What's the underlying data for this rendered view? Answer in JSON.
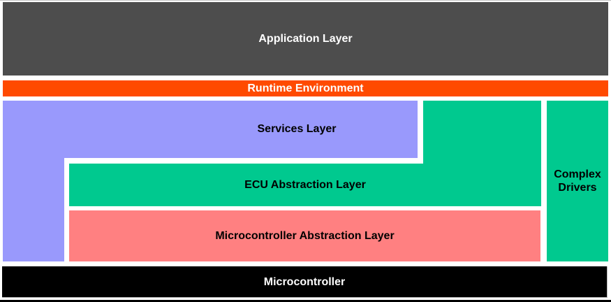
{
  "colors": {
    "background": "#FFFFFF",
    "application": "#4D4D4D",
    "runtime": "#FF4A00",
    "services": "#9999FC",
    "ecu": "#00C98F",
    "mcal": "#FF8081",
    "complex_drivers": "#00C98F",
    "microcontroller": "#000000"
  },
  "layers": {
    "application": {
      "label": "Application Layer"
    },
    "runtime": {
      "label": "Runtime Environment"
    },
    "services": {
      "label": "Services Layer"
    },
    "ecu_abstraction": {
      "label": "ECU Abstraction Layer"
    },
    "mcal": {
      "label": "Microcontroller Abstraction Layer"
    },
    "complex_drivers": {
      "label": "Complex Drivers"
    },
    "microcontroller": {
      "label": "Microcontroller"
    }
  }
}
